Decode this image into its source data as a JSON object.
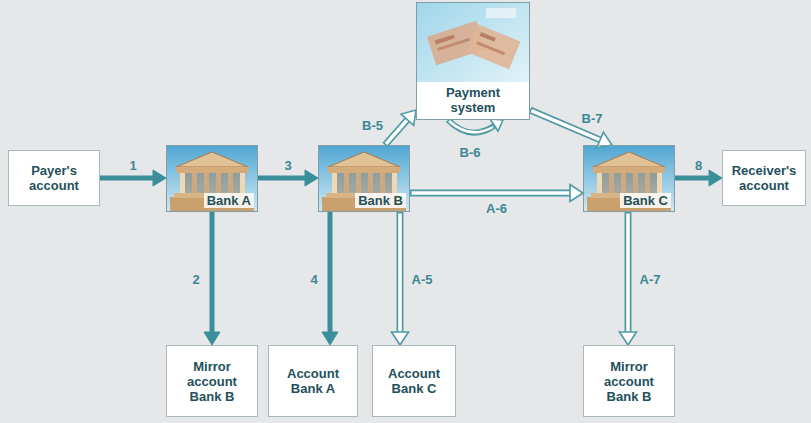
{
  "diagram": {
    "nodes": [
      {
        "text": [
          "Payer's account"
        ]
      },
      {
        "text": [
          "Bank A"
        ]
      },
      {
        "text": [
          "Bank B"
        ]
      },
      {
        "text": [
          "Payment system"
        ]
      },
      {
        "text": [
          "Bank C"
        ]
      },
      {
        "text": [
          "Receiver's account"
        ]
      },
      {
        "text": [
          "Mirror account Bank B"
        ]
      },
      {
        "text": [
          "Account Bank A"
        ]
      },
      {
        "text": [
          "Account Bank C"
        ]
      },
      {
        "text": [
          "Mirror account Bank B"
        ]
      }
    ],
    "edges": [
      {
        "from": 0,
        "to": 1,
        "arrow": "to",
        "label": "1"
      },
      {
        "from": 1,
        "to": 6,
        "arrow": "to",
        "label": "2"
      },
      {
        "from": 1,
        "to": 2,
        "arrow": "to",
        "label": "3"
      },
      {
        "from": 2,
        "to": 7,
        "arrow": "to",
        "label": "4"
      },
      {
        "from": 2,
        "to": 8,
        "arrow": "to",
        "label": "A-5"
      },
      {
        "from": 2,
        "to": 3,
        "arrow": "to",
        "label": "B-5"
      },
      {
        "from": 2,
        "to": 4,
        "arrow": "to",
        "label": "A-6"
      },
      {
        "from": 3,
        "to": 4,
        "arrow": "to",
        "label": "B-7"
      },
      {
        "from": 4,
        "to": 9,
        "arrow": "to",
        "label": "A-7"
      },
      {
        "from": 4,
        "to": 5,
        "arrow": "to",
        "label": "8"
      }
    ],
    "labels": [
      "B-6"
    ]
  }
}
